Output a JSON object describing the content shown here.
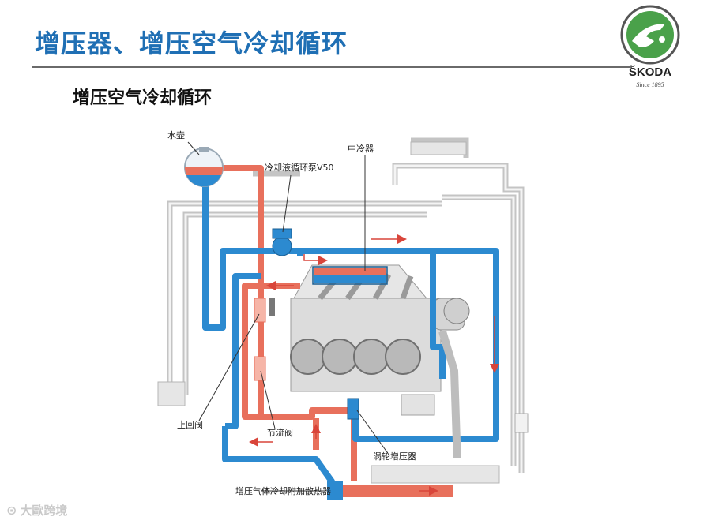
{
  "header": {
    "title": "增压器、增压空气冷却循环",
    "subtitle": "增压空气冷却循环"
  },
  "logo": {
    "brand": "ŠKODA",
    "tagline": "Since 1895"
  },
  "diagram": {
    "labels": {
      "water_tank": "水壶",
      "pump": "冷却液循环泵V50",
      "intercooler": "中冷器",
      "check_valve": "止回阀",
      "throttle": "节流阀",
      "turbo": "涡轮增压器",
      "aux_radiator": "增压气体冷却附加散热器"
    },
    "colors": {
      "hot": "#e8705c",
      "cold": "#2c8ad0",
      "pipe_outline": "#bcbcbc",
      "engine": "#d8d8d8"
    }
  },
  "watermark": {
    "text": "大歐跨境"
  }
}
